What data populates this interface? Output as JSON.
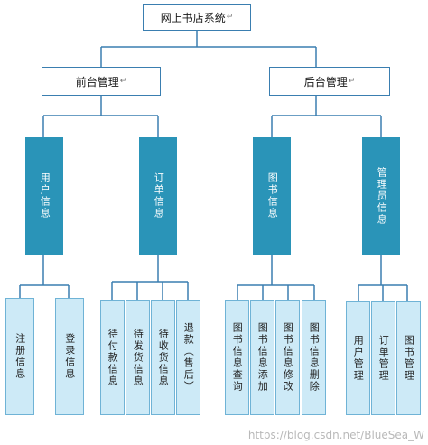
{
  "root": {
    "label": "网上书店系统",
    "mark": "↵"
  },
  "front": {
    "label": "前台管理",
    "mark": "↵"
  },
  "back": {
    "label": "后台管理",
    "mark": "↵"
  },
  "modules": {
    "user_info": "用户信息",
    "order_info": "订单信息",
    "book_info": "图书信息",
    "admin_info": "管理员信息"
  },
  "leaves": {
    "register_info": "注册信息",
    "login_info": "登录信息",
    "pending_payment": "待付款信息",
    "pending_shipment": "待发货信息",
    "pending_receipt": "待收货信息",
    "refund": "退款（售后）",
    "book_query": "图书信息查询",
    "book_add": "图书信息添加",
    "book_modify": "图书信息修改",
    "book_delete": "图书信息删除",
    "user_manage": "用户管理",
    "order_manage": "订单管理",
    "book_manage": "图书管理"
  },
  "watermark": "https://blog.csdn.net/BlueSea_W",
  "colors": {
    "module_fill": "#2a94b8",
    "leaf_fill": "#cdeaf7",
    "line": "#3a7eb0"
  }
}
